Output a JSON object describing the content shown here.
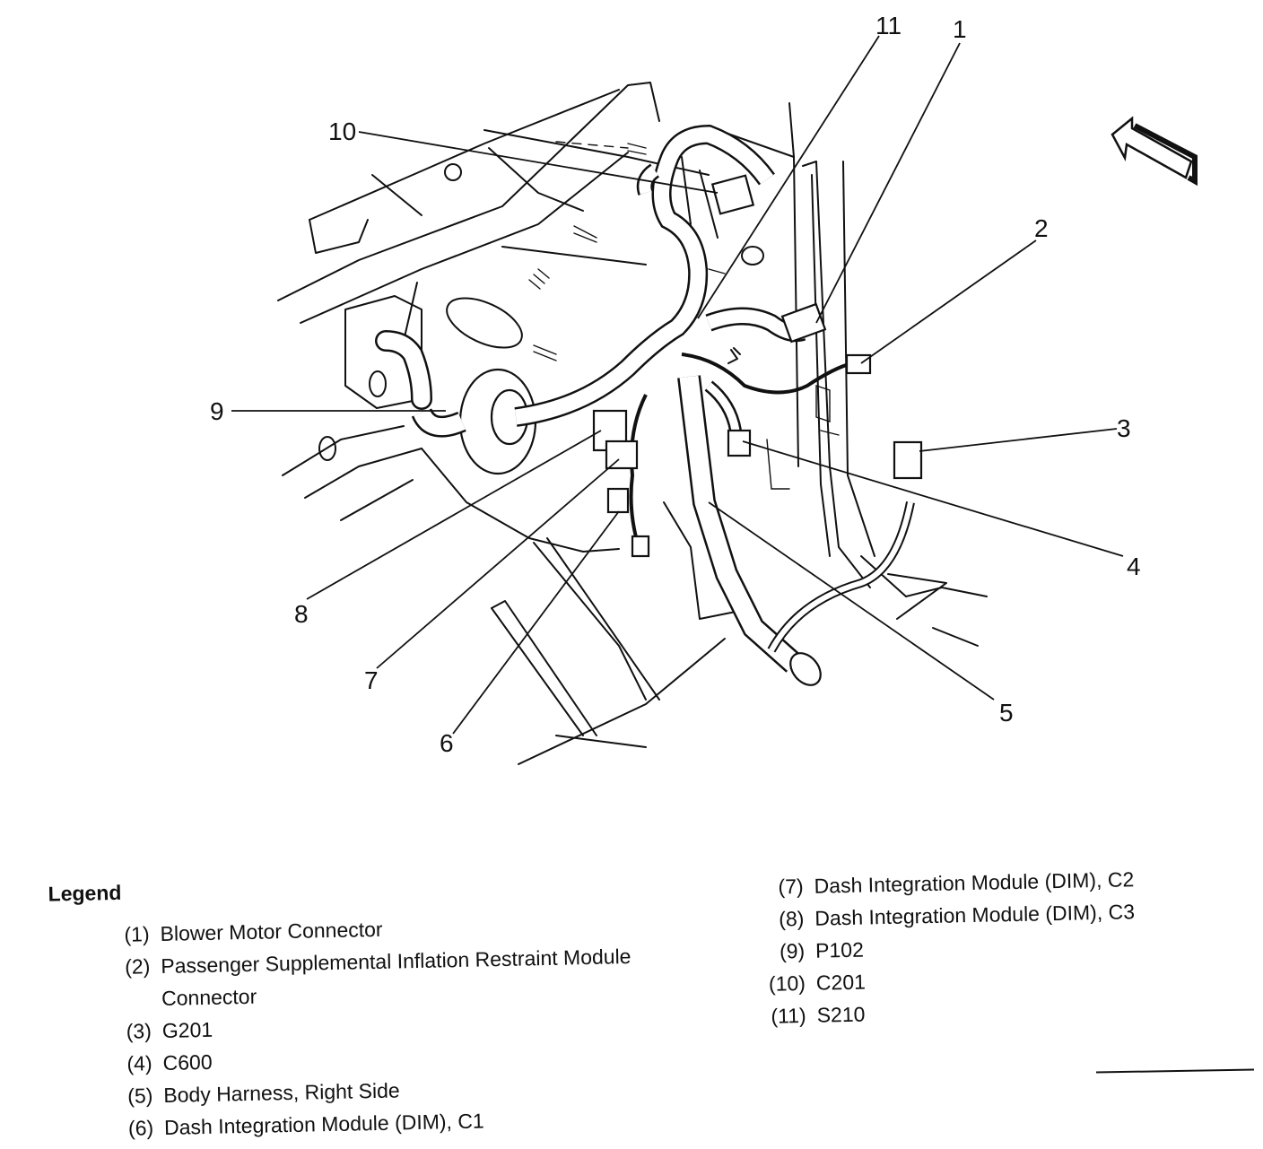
{
  "callouts": [
    "1",
    "2",
    "3",
    "4",
    "5",
    "6",
    "7",
    "8",
    "9",
    "10",
    "11"
  ],
  "legend": {
    "title": "Legend",
    "items": [
      {
        "num": "(1)",
        "label": "Blower Motor Connector"
      },
      {
        "num": "(2)",
        "label": "Passenger Supplemental Inflation Restraint Module Connector"
      },
      {
        "num": "(3)",
        "label": "G201"
      },
      {
        "num": "(4)",
        "label": "C600"
      },
      {
        "num": "(5)",
        "label": "Body Harness, Right Side"
      },
      {
        "num": "(6)",
        "label": "Dash Integration Module (DIM), C1"
      },
      {
        "num": "(7)",
        "label": "Dash Integration Module (DIM), C2"
      },
      {
        "num": "(8)",
        "label": "Dash Integration Module (DIM), C3"
      },
      {
        "num": "(9)",
        "label": "P102"
      },
      {
        "num": "(10)",
        "label": "C201"
      },
      {
        "num": "(11)",
        "label": "S210"
      }
    ]
  }
}
